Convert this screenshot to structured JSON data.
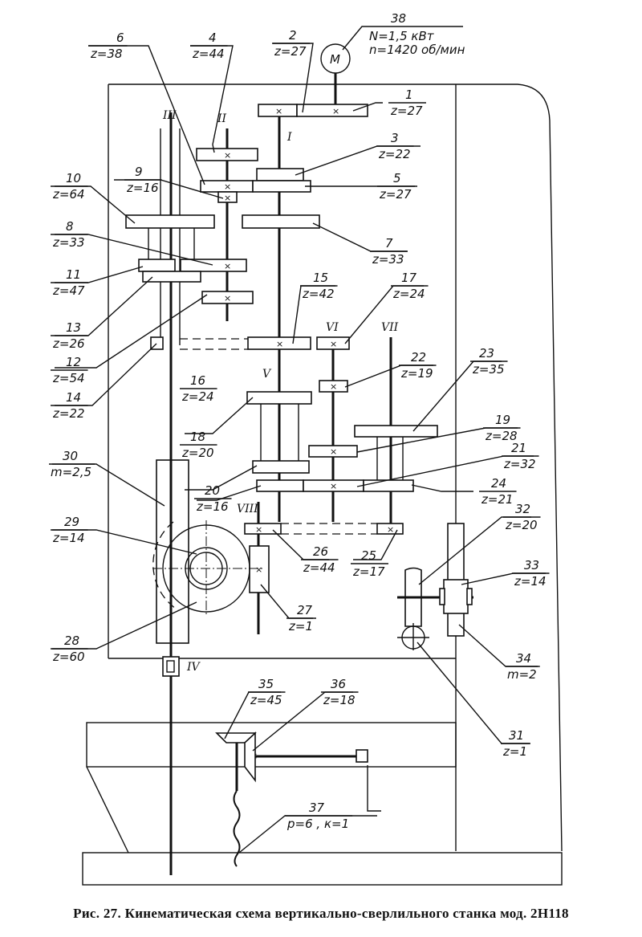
{
  "caption": "Рис. 27. Кинематическая схема вертикально-сверлильного станка мод. 2Н118",
  "motor": {
    "symbol": "M",
    "number": "38",
    "power": "N=1,5 кВт",
    "speed": "n=1420 об/мин"
  },
  "shafts": {
    "I": "I",
    "II": "II",
    "III": "III",
    "IV": "IV",
    "V": "V",
    "VI": "VI",
    "VII": "VII",
    "VIII": "VIII"
  },
  "callouts": {
    "c1": {
      "num": "1",
      "param": "z=27"
    },
    "c2": {
      "num": "2",
      "param": "z=27"
    },
    "c3": {
      "num": "3",
      "param": "z=22"
    },
    "c4": {
      "num": "4",
      "param": "z=44"
    },
    "c5": {
      "num": "5",
      "param": "z=27"
    },
    "c6": {
      "num": "6",
      "param": "z=38"
    },
    "c7": {
      "num": "7",
      "param": "z=33"
    },
    "c8": {
      "num": "8",
      "param": "z=33"
    },
    "c9": {
      "num": "9",
      "param": "z=16"
    },
    "c10": {
      "num": "10",
      "param": "z=64"
    },
    "c11": {
      "num": "11",
      "param": "z=47"
    },
    "c12": {
      "num": "12",
      "param": "z=54"
    },
    "c13": {
      "num": "13",
      "param": "z=26"
    },
    "c14": {
      "num": "14",
      "param": "z=22"
    },
    "c15": {
      "num": "15",
      "param": "z=42"
    },
    "c16": {
      "num": "16",
      "param": "z=24"
    },
    "c17": {
      "num": "17",
      "param": "z=24"
    },
    "c18": {
      "num": "18",
      "param": "z=20"
    },
    "c19": {
      "num": "19",
      "param": "z=28"
    },
    "c20": {
      "num": "20",
      "param": "z=16"
    },
    "c21": {
      "num": "21",
      "param": "z=32"
    },
    "c22": {
      "num": "22",
      "param": "z=19"
    },
    "c23": {
      "num": "23",
      "param": "z=35"
    },
    "c24": {
      "num": "24",
      "param": "z=21"
    },
    "c25": {
      "num": "25",
      "param": "z=17"
    },
    "c26": {
      "num": "26",
      "param": "z=44"
    },
    "c27": {
      "num": "27",
      "param": "z=1"
    },
    "c28": {
      "num": "28",
      "param": "z=60"
    },
    "c29": {
      "num": "29",
      "param": "z=14"
    },
    "c30": {
      "num": "30",
      "param": "m=2,5"
    },
    "c31": {
      "num": "31",
      "param": "z=1"
    },
    "c32": {
      "num": "32",
      "param": "z=20"
    },
    "c33": {
      "num": "33",
      "param": "z=14"
    },
    "c34": {
      "num": "34",
      "param": "m=2"
    },
    "c35": {
      "num": "35",
      "param": "z=45"
    },
    "c36": {
      "num": "36",
      "param": "z=18"
    },
    "c37": {
      "num": "37",
      "param": "p=6 , к=1"
    }
  },
  "gear_marker": "×"
}
